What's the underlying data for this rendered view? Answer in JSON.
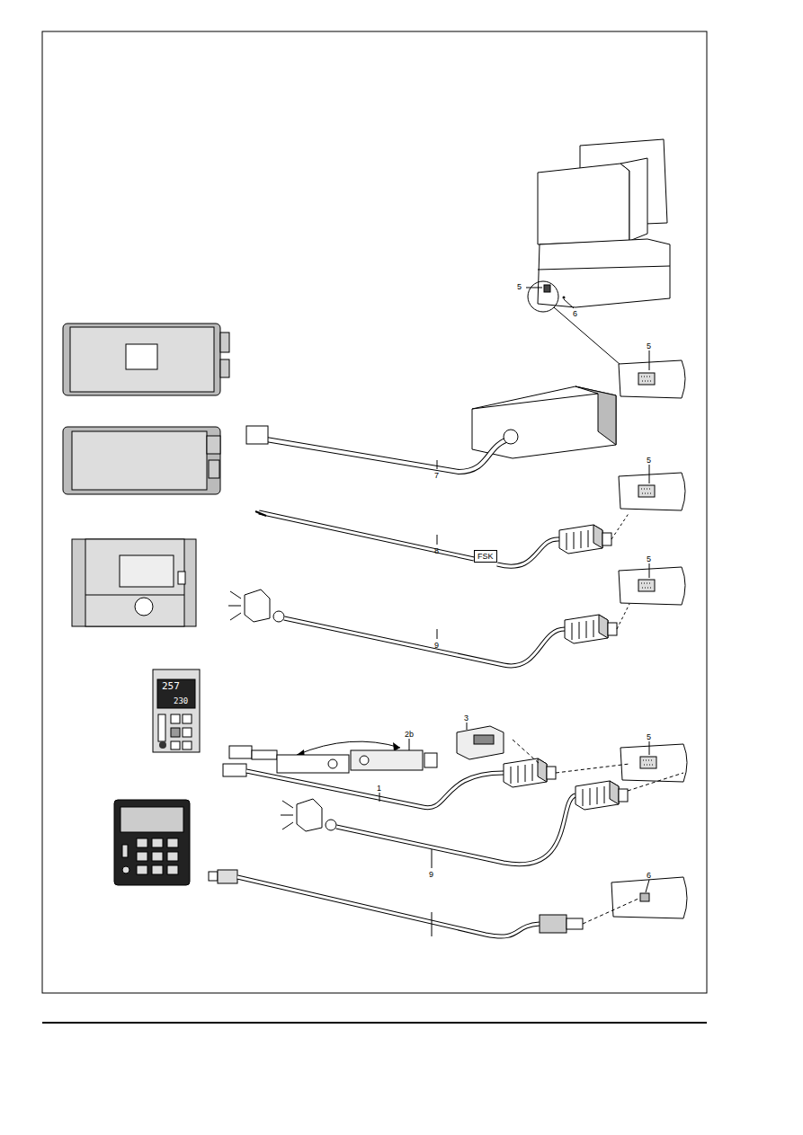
{
  "diagram": {
    "nodes": [
      {
        "text": [
          "FSK"
        ]
      }
    ],
    "labels": [
      "5",
      "6",
      "5",
      "7",
      "5",
      "8",
      "5",
      "9",
      "257",
      "230",
      "2b",
      "3",
      "5",
      "1",
      "9",
      "6"
    ]
  }
}
